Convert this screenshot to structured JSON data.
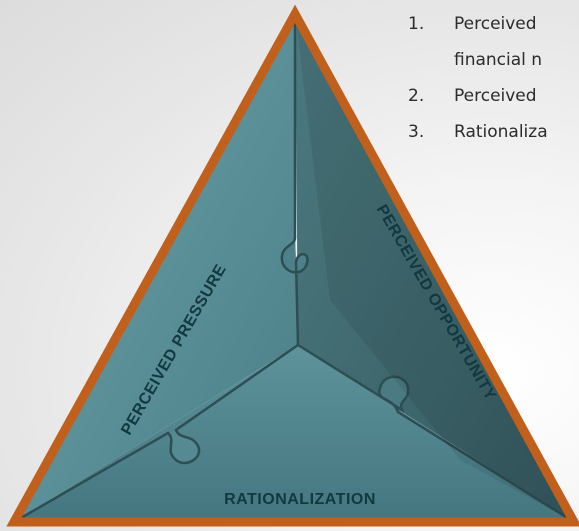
{
  "diagram": {
    "pieces": {
      "pressure": "PERCEIVED PRESSURE",
      "opportunity": "PERCEIVED OPPORTUNITY",
      "rationalization": "RATIONALIZATION"
    }
  },
  "list": {
    "items": [
      {
        "number": "1.",
        "text": "Perceived",
        "continuation": "financial n"
      },
      {
        "number": "2.",
        "text": "Perceived",
        "continuation": ""
      },
      {
        "number": "3.",
        "text": "Rationaliza",
        "continuation": ""
      }
    ]
  },
  "colors": {
    "border": "#c0601c",
    "pressure_fill": "#5a8f98",
    "opportunity_fill": "#3f6c72",
    "rationalization_fill": "#4f828b",
    "label_text": "#123840"
  }
}
